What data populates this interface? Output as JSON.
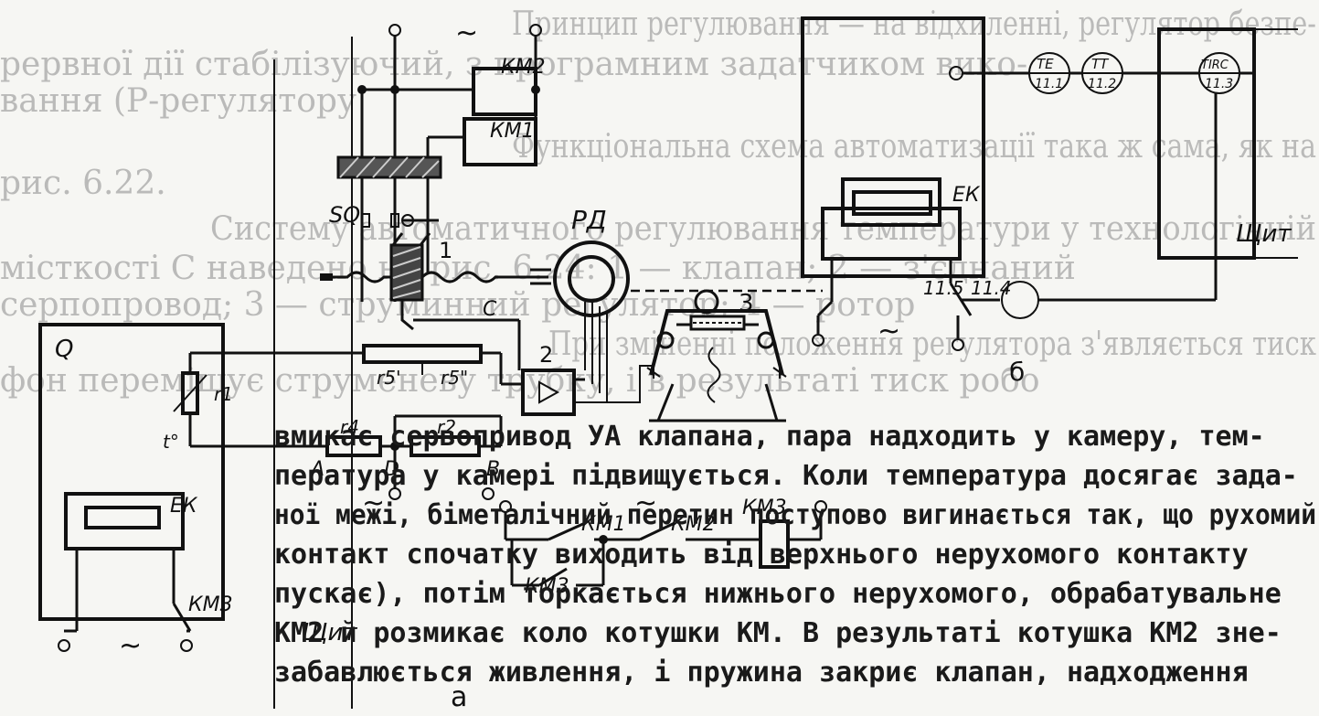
{
  "labels": {
    "a": "а",
    "b": "б",
    "tilde": "~",
    "km1": "КМ1",
    "km2": "КМ2",
    "km3": "КМ3",
    "sq": "SQ",
    "rd": "РД",
    "n1": "1",
    "n2": "2",
    "n3": "3",
    "q": "Q",
    "r1": "r1",
    "r2": "r2",
    "r4": "r4",
    "r5a": "r5'",
    "r5b": "r5\"",
    "ek": "ЕК",
    "t": "t°",
    "pt_a": "A",
    "pt_b": "B",
    "pt_c": "C",
    "pt_d": "D",
    "shchyt": "Щит",
    "te": "TE",
    "te_n": "11.1",
    "tt": "TT",
    "tt_n": "11.2",
    "tirc": "TIRC",
    "tirc_n": "11.3",
    "n114": "11.4",
    "n115": "11.5"
  },
  "text_block": [
    "вмикає сервопривод УА клапана, пара надходить у камеру, тем-",
    "пература у камері підвищується. Коли температура досягає зада-",
    "ної межі, біметалічний перетин поступово вигинається так, що рухомий",
    "контакт спочатку виходить від верхнього нерухомого контакту",
    "пускає), потім торкається нижнього нерухомого, обрабатувальне",
    "КМ2 й розмикає коло котушки КМ. В результаті котушка КМ2 зне-",
    "забавлюється живлення, і пружина закриє клапан, надходження"
  ],
  "ghost_text": [
    "Принцип регулювання — на відхиленні, регулятор безпе-",
    "рервної дії стабілізуючий, з програмним задатчиком вико-",
    "вання (Р-регулятору",
    "Функціональна схема автоматизації така ж сама, як на",
    "рис. 6.22.",
    "Систему автоматичного регулювання температури у технологічній",
    "місткості С наведено на рис. 6.24: 1 — клапан; 2 — з'єднаний",
    "серпопровод; 3 — струминний регулятор; 4 — ротор",
    "При зміненні положення регулятора з'являється тиск",
    "фон переміщує струменеву трубку, і в результаті тиск робо"
  ]
}
